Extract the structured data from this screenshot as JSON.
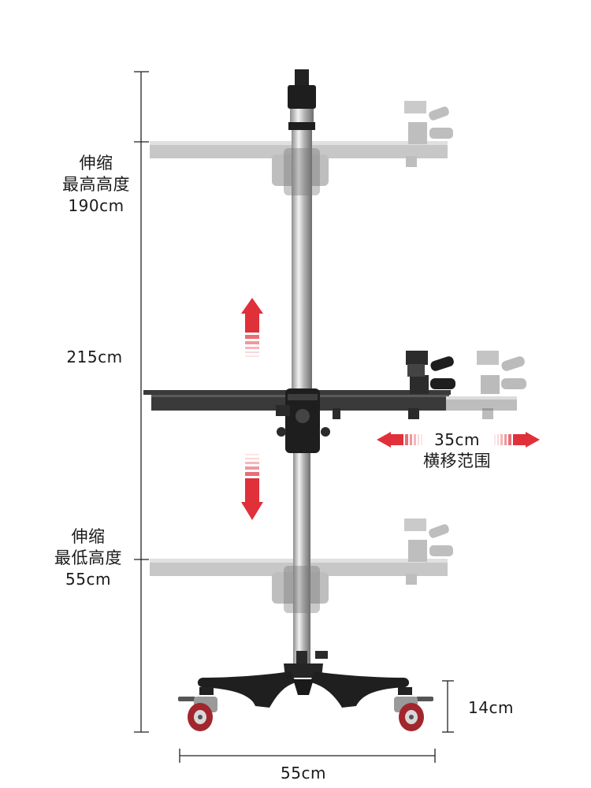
{
  "labels": {
    "max_height": {
      "line1": "伸缩",
      "line2": "最高高度",
      "value": "190cm"
    },
    "total_height": "215cm",
    "min_height": {
      "line1": "伸缩",
      "line2": "最低高度",
      "value": "55cm"
    },
    "shift": {
      "value": "35cm",
      "caption": "横移范围"
    },
    "base_height": "14cm",
    "base_width": "55cm"
  },
  "colors": {
    "arrow_red": "#e0303a",
    "arm_dark": "#3a3a3a",
    "ghost_gray": "#bdbdbd",
    "steel": "#c9c9c9",
    "wheel_red": "#a2262d"
  }
}
